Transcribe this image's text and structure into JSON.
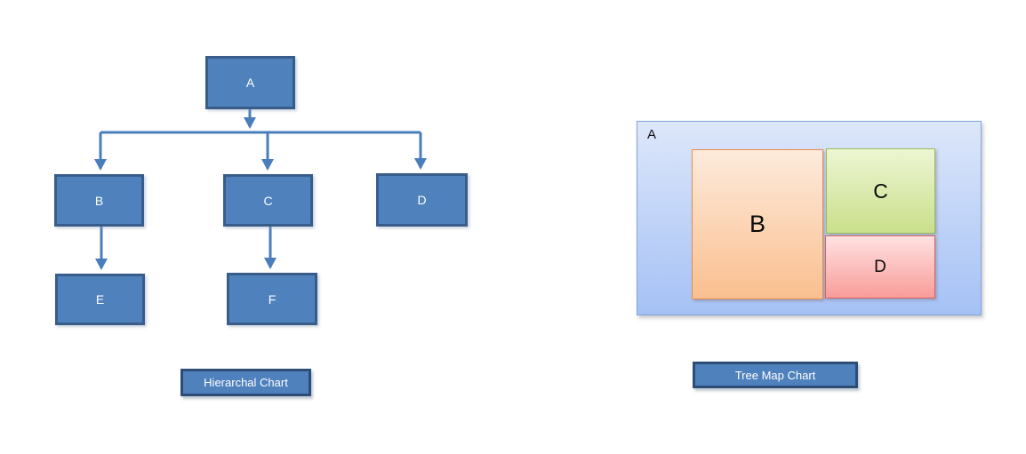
{
  "page": {
    "background_color": "#FFFFFF"
  },
  "hierarchy_chart": {
    "caption": "Hierarchal Chart",
    "nodes": [
      {
        "id": "A",
        "label": "A"
      },
      {
        "id": "B",
        "label": "B"
      },
      {
        "id": "C",
        "label": "C"
      },
      {
        "id": "D",
        "label": "D"
      },
      {
        "id": "E",
        "label": "E"
      },
      {
        "id": "F",
        "label": "F"
      }
    ],
    "edges": [
      {
        "from": "A",
        "to": "B"
      },
      {
        "from": "A",
        "to": "C"
      },
      {
        "from": "A",
        "to": "D"
      },
      {
        "from": "B",
        "to": "E"
      },
      {
        "from": "C",
        "to": "F"
      }
    ],
    "colors": {
      "node_fill": "#4F81BD",
      "node_border": "#385D8A",
      "node_text": "#FFFFFF",
      "connector": "#4A7EBB"
    }
  },
  "tree_map_chart": {
    "caption": "Tree Map Chart",
    "root_label": "A",
    "root_colors": {
      "fill_top": "#DDE7FA",
      "fill_bottom": "#A5C1F5",
      "border": "#7FA5DA",
      "text": "#111111"
    },
    "regions": [
      {
        "label": "B",
        "fill_top": "#FDEBDC",
        "fill_bottom": "#FABF8F",
        "border": "#E78C4C",
        "text": "#0A0A0A"
      },
      {
        "label": "C",
        "fill_top": "#EDF6D2",
        "fill_bottom": "#CADF8C",
        "border": "#9BBB59",
        "text": "#0A0A0A"
      },
      {
        "label": "D",
        "fill_top": "#FEE2E1",
        "fill_bottom": "#F99C99",
        "border": "#D5625F",
        "text": "#0A0A0A"
      }
    ]
  },
  "caption_style": {
    "fill": "#4F81BD",
    "border": "#2C4D75",
    "text_color": "#FFFFFF"
  }
}
